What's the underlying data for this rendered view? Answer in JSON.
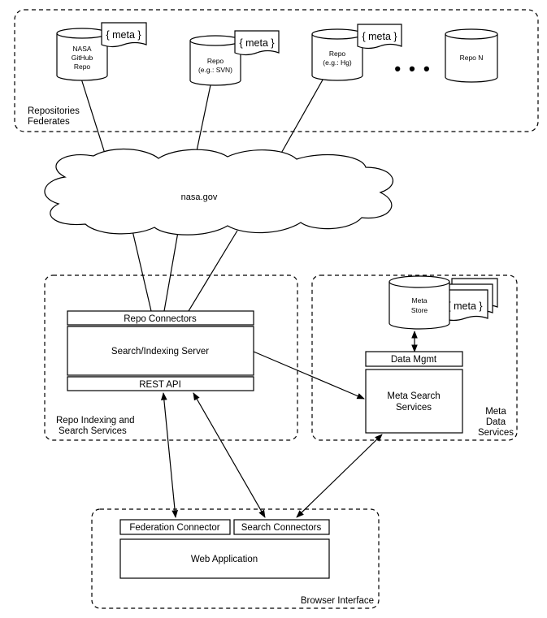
{
  "repositories": {
    "group_label_line1": "Repositories",
    "group_label_line2": "Federates",
    "repo1": [
      "NASA",
      "GitHub",
      "Repo"
    ],
    "repo2": [
      "Repo",
      "(e.g.: SVN)"
    ],
    "repo3": [
      "Repo",
      "(e.g.: Hg)"
    ],
    "repoN": "Repo N",
    "ellipsis": "• • •",
    "meta_tag": "{ meta }"
  },
  "cloud": {
    "label": "nasa.gov"
  },
  "indexing": {
    "group_label_line1": "Repo Indexing and",
    "group_label_line2": "Search Services",
    "repo_connectors": "Repo Connectors",
    "search_indexing_server": "Search/Indexing Server",
    "rest_api": "REST API"
  },
  "metadata": {
    "group_label_line1": "Meta",
    "group_label_line2": "Data",
    "group_label_line3": "Services",
    "meta_store_line1": "Meta",
    "meta_store_line2": "Store",
    "meta_tag": "{ meta }",
    "data_mgmt": "Data Mgmt",
    "meta_search_line1": "Meta Search",
    "meta_search_line2": "Services"
  },
  "browser": {
    "group_label": "Browser Interface",
    "federation_connector": "Federation Connector",
    "search_connectors": "Search Connectors",
    "web_application": "Web Application"
  }
}
